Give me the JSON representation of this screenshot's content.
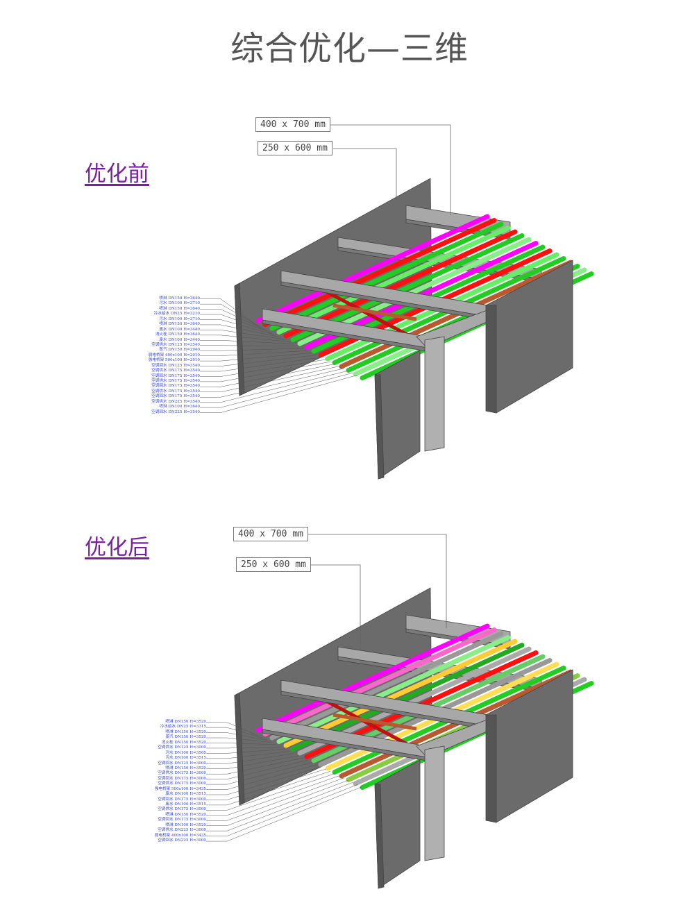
{
  "title": "综合优化—三维",
  "before": {
    "heading": "优化前",
    "dims": [
      "400 x 700 mm",
      "250 x 600 mm"
    ],
    "labels": [
      "喷淋 DN150 H=3640",
      "污水 DN100 H=3710",
      "喷淋 DN150 H=3640",
      "冷水给水 DN25 H=3210",
      "污水 DN100 H=3710",
      "喷淋 DN150 H=3640",
      "废水 DN100 H=3440",
      "消火栓 DN150 H=3640",
      "废水 DN100 H=3440",
      "空调供水 DN125 H=3540",
      "蒸汽 DN150 H=2940",
      "弱电桥架 400x100 H=2010",
      "强电桥架 500x100 H=2010",
      "空调回水 DN125 H=3540",
      "空调供水 DN175 H=3540",
      "空调回水 DN175 H=3540",
      "空调供水 DN175 H=3540",
      "空调回水 DN175 H=3540",
      "空调供水 DN175 H=3540",
      "空调回水 DN175 H=3540",
      "空调供水 DN225 H=3540",
      "喷淋 DN100 H=3640",
      "空调回水 DN225 H=3540"
    ]
  },
  "after": {
    "heading": "优化后",
    "dims": [
      "400 x 700 mm",
      "250 x 600 mm"
    ],
    "labels": [
      "喷淋 DN150 H=3520",
      "冷水给水 DN25 H=3315",
      "喷淋 DN150 H=3520",
      "蒸汽 DN150 H=3520",
      "消火栓 DN150 H=3520",
      "空调供水 DN125 H=3000",
      "污水 DN100 H=3505",
      "污水 DN100 H=3515",
      "空调回水 DN125 H=3000",
      "喷淋 DN150 H=3520",
      "空调供水 DN175 H=3000",
      "空调回水 DN175 H=3000",
      "空调供水 DN175 H=3000",
      "强电桥架 500x100 H=3435",
      "废水 DN100 H=3515",
      "空调回水 DN175 H=3000",
      "废水 DN100 H=3515",
      "空调供水 DN175 H=3000",
      "喷淋 DN150 H=3520",
      "空调回水 DN175 H=3000",
      "喷淋 DN100 H=3520",
      "空调供水 DN225 H=3000",
      "弱电桥架 400x100 H=3435",
      "空调回水 DN225 H=3000"
    ]
  },
  "colors": {
    "heading": "#7b1fa2",
    "label": "#3344cc",
    "wall": "#6b6b6b",
    "beam": "#9a9a9a",
    "pipes_before": [
      "#ff00ff",
      "#ff1010",
      "#22cc22",
      "#66ee66",
      "#ff1010",
      "#22cc22",
      "#88ee88",
      "#ff00ff",
      "#22cc22",
      "#ff1010",
      "#66ee66",
      "#22cc22",
      "#b85a30",
      "#22cc22",
      "#88ee88",
      "#22cc22"
    ],
    "pipes_after": [
      "#ff00ff",
      "#ff66cc",
      "#999999",
      "#88ee88",
      "#ffcc33",
      "#22aa22",
      "#aaaaaa",
      "#ff1010",
      "#66cc66",
      "#999999",
      "#ffdd55",
      "#22cc22",
      "#b85a30",
      "#88cc44",
      "#aaaaaa",
      "#22cc22"
    ]
  }
}
